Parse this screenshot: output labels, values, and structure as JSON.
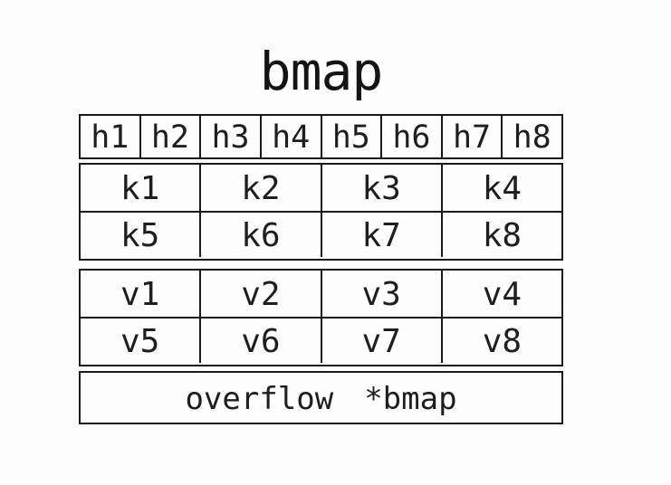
{
  "title": "bmap",
  "colors": {
    "background": "#fdfdfd",
    "border": "#1a1a1a",
    "text": "#1e1e1e"
  },
  "diagram": {
    "header_cells": [
      "h1",
      "h2",
      "h3",
      "h4",
      "h5",
      "h6",
      "h7",
      "h8"
    ],
    "key_rows": [
      [
        "k1",
        "k2",
        "k3",
        "k4"
      ],
      [
        "k5",
        "k6",
        "k7",
        "k8"
      ]
    ],
    "value_rows": [
      [
        "v1",
        "v2",
        "v3",
        "v4"
      ],
      [
        "v5",
        "v6",
        "v7",
        "v8"
      ]
    ],
    "overflow": {
      "label": "overflow",
      "type": "*bmap"
    }
  }
}
